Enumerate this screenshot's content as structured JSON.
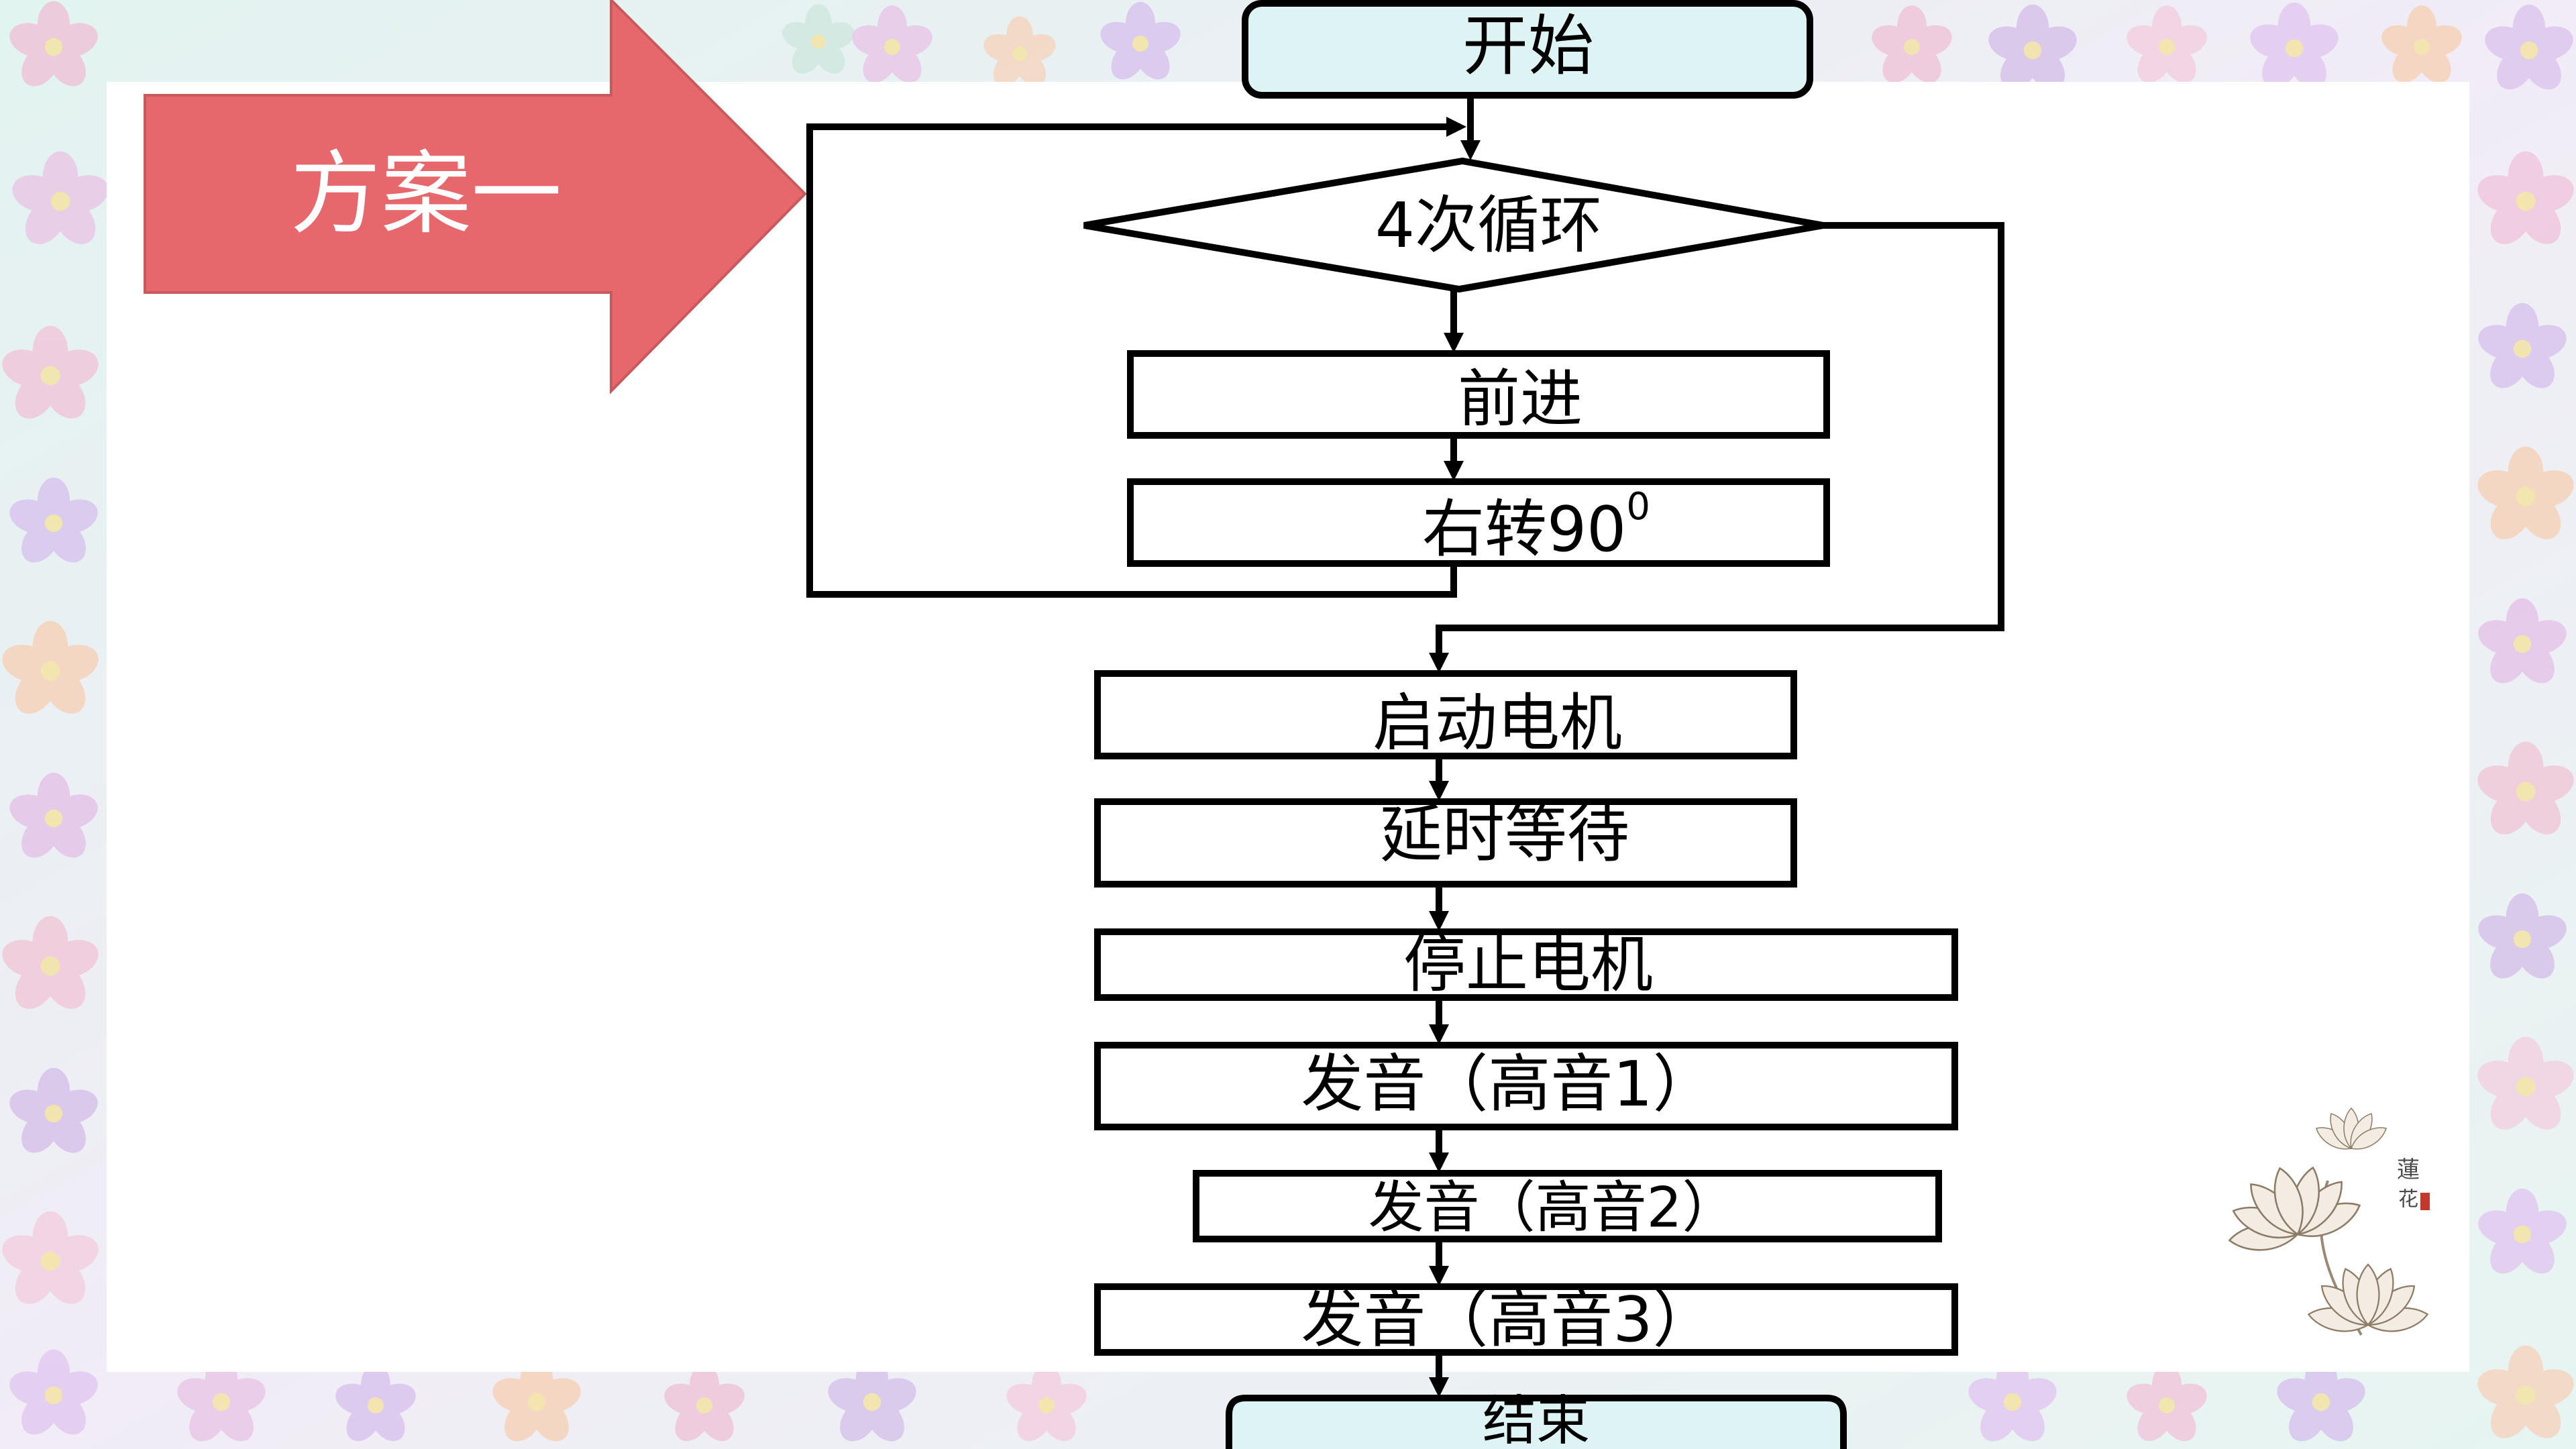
{
  "slide": {
    "banner_label": "方案一",
    "colors": {
      "banner": "#e6686c",
      "banner_edge": "#c85a5d",
      "terminal_fill": "#def3f3",
      "box_fill": "#ffffff",
      "line": "#000000"
    }
  },
  "flowchart": {
    "start": "开始",
    "loop": "4次循环",
    "forward": "前进",
    "turn_right": "右转90",
    "turn_right_sup": "0",
    "start_motor": "启动电机",
    "delay_wait": "延时等待",
    "stop_motor": "停止电机",
    "tone_high_1": "发音（高音1）",
    "tone_high_2": "发音（高音2）",
    "tone_high_3": "发音（高音3）",
    "end": "结束"
  },
  "decoration": {
    "calligraphy": [
      "蓮",
      "花"
    ],
    "seal_color": "#c0392b"
  }
}
